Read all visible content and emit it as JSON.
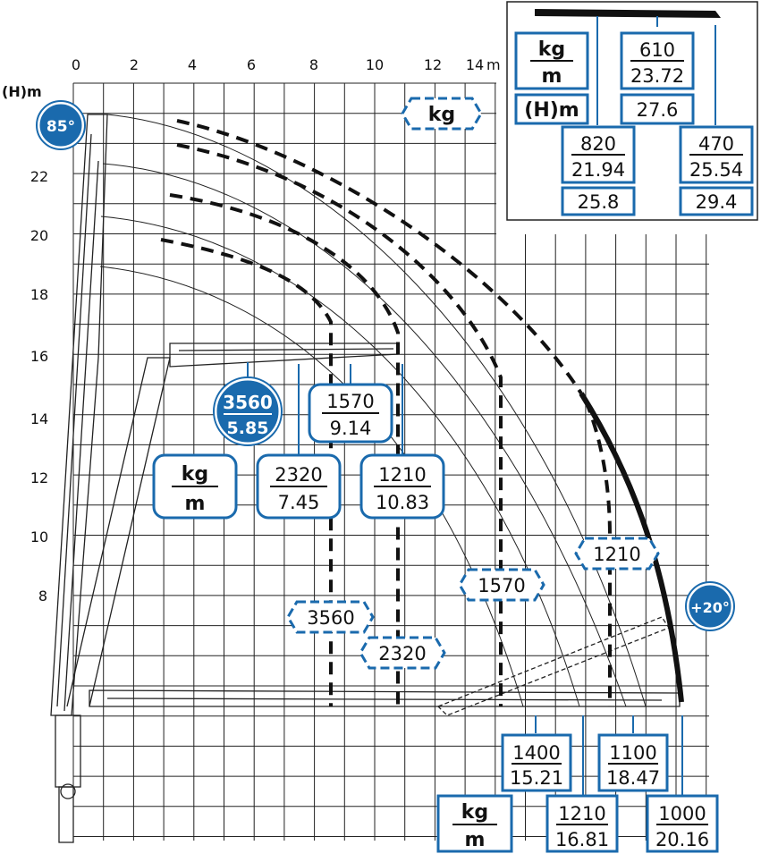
{
  "axes": {
    "x_ticks": [
      "0",
      "2",
      "4",
      "6",
      "8",
      "10",
      "12",
      "14"
    ],
    "x_unit": "m",
    "y_ticks": [
      "8",
      "10",
      "12",
      "14",
      "16",
      "18",
      "20",
      "22"
    ],
    "y_label": "(H)m"
  },
  "badges": {
    "angle_top": "85°",
    "angle_bottom": "+20°",
    "max_load_kg": "3560",
    "max_load_m": "5.85"
  },
  "units": {
    "kg": "kg",
    "m": "m",
    "h": "(H)m"
  },
  "hex_labels": {
    "top_kg": "kg",
    "l3560": "3560",
    "l2320": "2320",
    "l1570": "1570",
    "l1210": "1210"
  },
  "load_boxes": {
    "b1570": {
      "kg": "1570",
      "m": "9.14"
    },
    "b2320": {
      "kg": "2320",
      "m": "7.45"
    },
    "b1210": {
      "kg": "1210",
      "m": "10.83"
    },
    "b1400": {
      "kg": "1400",
      "m": "15.21"
    },
    "b1100": {
      "kg": "1100",
      "m": "18.47"
    },
    "b1210b": {
      "kg": "1210",
      "m": "16.81"
    },
    "b1000": {
      "kg": "1000",
      "m": "20.16"
    }
  },
  "inset": {
    "b610": {
      "kg": "610",
      "m": "23.72",
      "h": "27.6"
    },
    "b820": {
      "kg": "820",
      "m": "21.94",
      "h": "25.8"
    },
    "b470": {
      "kg": "470",
      "m": "25.54",
      "h": "29.4"
    }
  },
  "colors": {
    "accent": "#1a6aad",
    "grid": "#222222",
    "text": "#111111"
  }
}
